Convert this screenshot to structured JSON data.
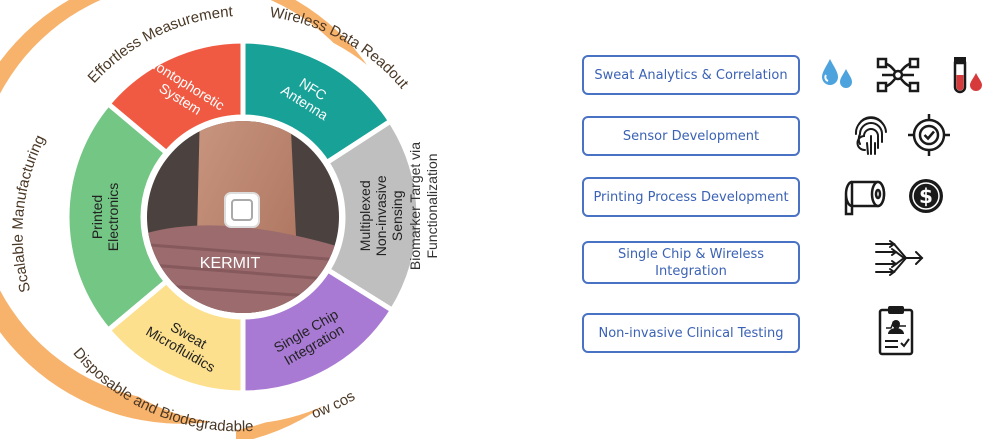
{
  "wheel": {
    "outer_ring": [
      "Effortless Measurement",
      "Wireless Data Readout",
      "Scalable Manufacturing",
      "Disposable and Biodegradable",
      "Low cost"
    ],
    "segments": [
      {
        "text": "Iontophoretic System",
        "color": "#f15a42"
      },
      {
        "text": "NFC Antenna",
        "color": "#17a197"
      },
      {
        "text": "Multiplexed Non-invasive Sensing",
        "color": "#bfbfbf"
      },
      {
        "text": "Single Chip Integration",
        "color": "#a97ad4"
      },
      {
        "text": "Sweat Microfluidics",
        "color": "#fce08d"
      },
      {
        "text": "Printed Electronics",
        "color": "#74c685"
      }
    ],
    "extension": {
      "text": "Biomarker Target via Functionalization",
      "color": "#c9e9b4"
    },
    "center_label": "KERMIT",
    "ring_color": "#f7b26b"
  },
  "steps": [
    {
      "label": "Sweat Analytics & Correlation",
      "icons": [
        "water-drops-icon",
        "network-icon",
        "blood-tube-icon"
      ]
    },
    {
      "label": "Sensor Development",
      "icons": [
        "fingerprint-icon",
        "target-icon"
      ]
    },
    {
      "label": "Printing Process Development",
      "icons": [
        "paper-roll-icon",
        "dollar-icon"
      ]
    },
    {
      "label": "Single Chip & Wireless Integration",
      "icons": [
        "data-merge-icon"
      ]
    },
    {
      "label": "Non-invasive Clinical Testing",
      "icons": [
        "clipboard-report-icon"
      ]
    }
  ],
  "colors": {
    "box_border": "#4a72c4",
    "box_text": "#3b62b5",
    "icon_blue": "#4da3dd",
    "icon_red": "#d63a3a"
  }
}
